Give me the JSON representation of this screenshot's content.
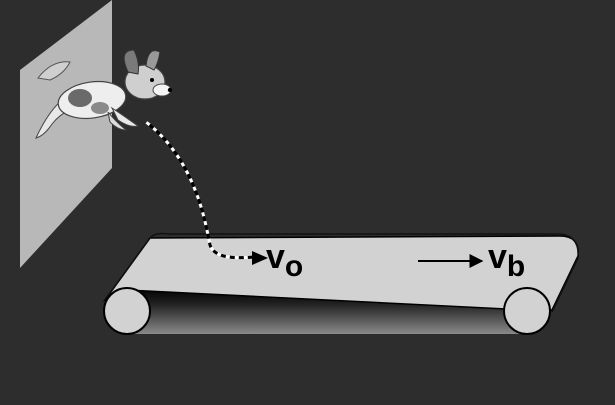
{
  "scene": {
    "background_color": "#2d2d2d",
    "belt_color": "#d2d2d2",
    "outline_color": "#000000",
    "wall_color": "#b8b8b8",
    "icons": {
      "dog": "dog-jumping-icon",
      "arrow": "arrow-right-icon"
    }
  },
  "labels": {
    "v0": {
      "letter": "v",
      "subscript": "o"
    },
    "vb": {
      "letter": "v",
      "subscript": "b"
    }
  }
}
